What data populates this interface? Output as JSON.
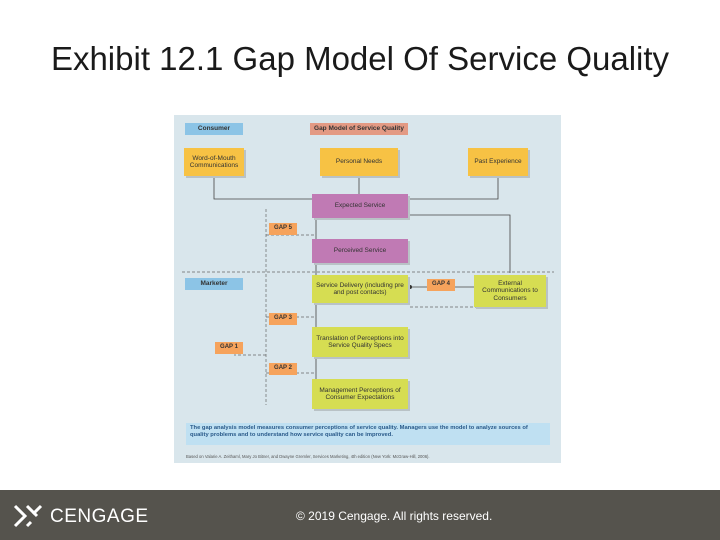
{
  "slide": {
    "title": "Exhibit 12.1 Gap Model Of Service Quality"
  },
  "figure": {
    "consumer_label": "Consumer",
    "model_label": "Gap Model of Service Quality",
    "marketer_label": "Marketer",
    "word_of_mouth": "Word-of-Mouth Communications",
    "personal_needs": "Personal Needs",
    "past_experience": "Past Experience",
    "expected_service": "Expected Service",
    "perceived_service": "Perceived Service",
    "service_delivery": "Service Delivery (including pre and post contacts)",
    "external_comm": "External Communications to Consumers",
    "translation": "Translation of Perceptions into Service Quality Specs",
    "management": "Management Perceptions of Consumer Expectations",
    "gap5": "GAP 5",
    "gap4": "GAP 4",
    "gap3": "GAP 3",
    "gap1": "GAP 1",
    "gap2": "GAP 2",
    "note": "The gap analysis model measures consumer perceptions of service quality. Managers use the model to analyze sources of quality problems and to understand how service quality can be improved.",
    "source": "Based on Valarie A. Zeithaml, Mary Jo Bitner, and Dwayne Gremler, Services Marketing, 4th edition (New York: McGraw-Hill, 2006)."
  },
  "footer": {
    "brand": "CENGAGE",
    "copyright": "© 2019 Cengage. All rights reserved."
  },
  "colors": {
    "footer_bg": "#55534d",
    "figure_bg": "#d9e6ec",
    "orange": "#f7c244",
    "purple": "#c07ab4",
    "green": "#d6dd52",
    "gap": "#f6a35c"
  }
}
